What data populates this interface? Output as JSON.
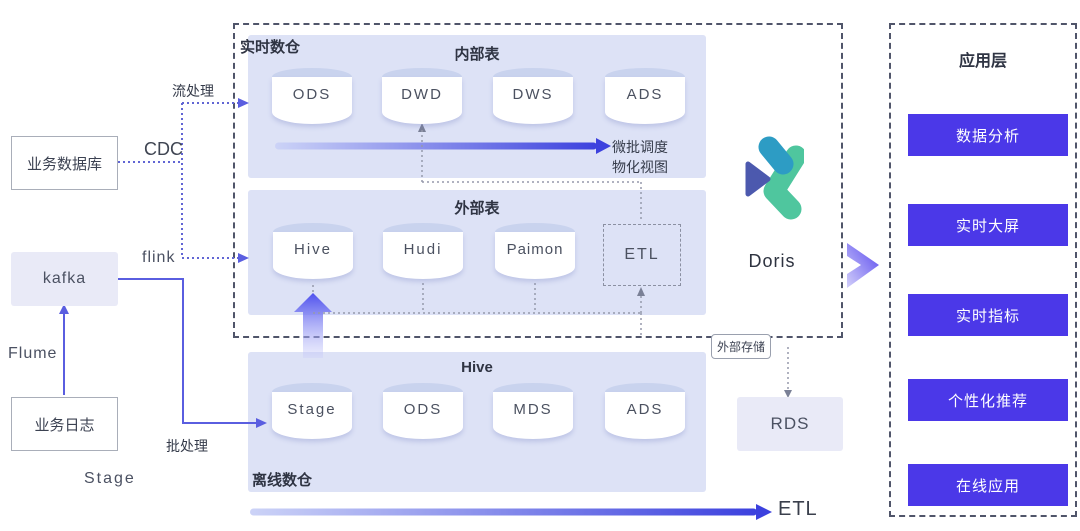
{
  "left_column": {
    "biz_db": "业务数据库",
    "kafka": "kafka",
    "biz_log": "业务日志",
    "flume_label": "Flume",
    "stage_label": "Stage",
    "cdc_label": "CDC",
    "stream_label": "流处理",
    "flink_label": "flink",
    "batch_label": "批处理"
  },
  "realtime_warehouse": {
    "title": "实时数仓",
    "internal": {
      "title": "内部表",
      "cylinders": [
        "ODS",
        "DWD",
        "DWS",
        "ADS"
      ],
      "note1": "微批调度",
      "note2": "物化视图"
    },
    "external": {
      "title": "外部表",
      "cylinders": [
        "Hive",
        "Hudi",
        "Paimon"
      ],
      "etl_label": "ETL"
    }
  },
  "doris": {
    "label": "Doris"
  },
  "offline_warehouse": {
    "title": "Hive",
    "cylinders": [
      "Stage",
      "ODS",
      "MDS",
      "ADS"
    ],
    "caption": "离线数仓"
  },
  "external_storage": {
    "tag": "外部存储",
    "rds": "RDS"
  },
  "bottom_etl_label": "ETL",
  "app_layer": {
    "title": "应用层",
    "buttons": [
      "数据分析",
      "实时大屏",
      "实时指标",
      "个性化推荐",
      "在线应用"
    ]
  },
  "colors": {
    "accent_button": "#4b38e8",
    "panel_blue": "#dde2f6",
    "lavender_box": "#e9eaf7",
    "line_purple": "#5a5ee0",
    "gradient_dark": "#3c41de",
    "doris_teal": "#2d9cc4",
    "doris_green": "#4fc69e",
    "doris_navy": "#4c59ae"
  },
  "icons": {
    "doris_logo": "doris-logo",
    "flow_chevron": "chevron-right-icon"
  }
}
